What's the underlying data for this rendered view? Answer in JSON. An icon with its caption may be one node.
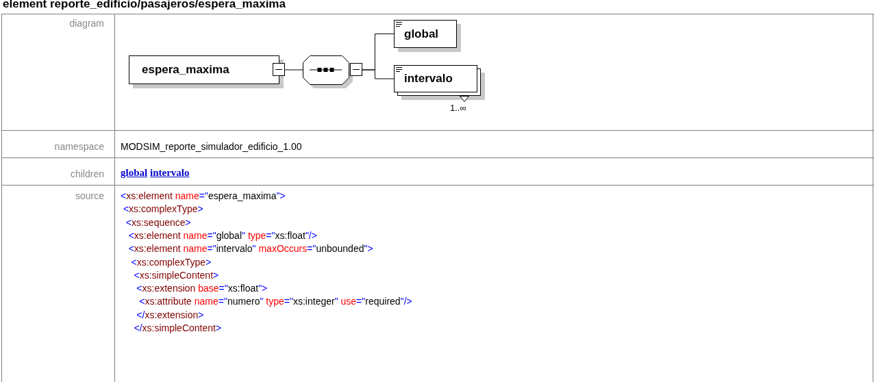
{
  "diagram": {
    "title": "element reporte_edificio/pasajeros/espera_maxima",
    "nodes": [
      {
        "text": [
          "espera_maxima"
        ]
      },
      {
        "text": [],
        "shape": "octagon"
      },
      {
        "text": [
          "global"
        ]
      },
      {
        "text": [
          "intervalo"
        ],
        "beside": [
          "1..∞"
        ]
      }
    ],
    "edges": [
      {
        "from": 0,
        "to": 1,
        "arrow": "none"
      },
      {
        "from": 1,
        "to": 2,
        "arrow": "none"
      },
      {
        "from": 1,
        "to": 3,
        "arrow": "none"
      }
    ],
    "labels": [
      "diagram",
      "namespace",
      "MODSIM_reporte_simulador_edificio_1.00",
      "children",
      "global",
      "intervalo",
      "source",
      "<xs:element name=\"espera_maxima\">",
      " <xs:complexType>",
      "  <xs:sequence>",
      "   <xs:element name=\"global\" type=\"xs:float\"/>",
      "   <xs:element name=\"intervalo\" maxOccurs=\"unbounded\">",
      "    <xs:complexType>",
      "     <xs:simpleContent>",
      "      <xs:extension base=\"xs:float\">",
      "       <xs:attribute name=\"numero\" type=\"xs:integer\" use=\"required\"/>",
      "      </xs:extension>",
      "     </xs:simpleContent>"
    ]
  }
}
